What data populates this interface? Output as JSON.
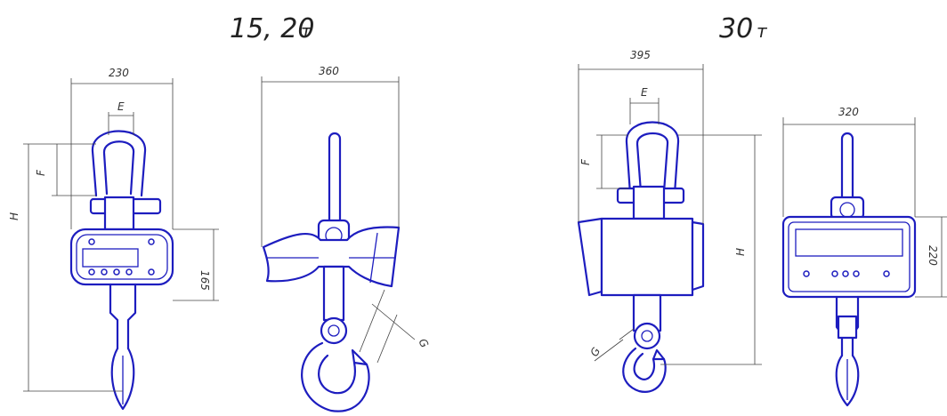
{
  "titles": {
    "left": {
      "main": "15, 20",
      "unit": "т"
    },
    "right": {
      "main": "30",
      "unit": "т"
    }
  },
  "dimensions": {
    "left_front_width": "230",
    "left_shackle_e": "E",
    "left_shackle_f": "F",
    "left_height_h": "H",
    "left_body_height": "165",
    "left_side_width": "360",
    "left_hook_g": "G",
    "right_front_width": "395",
    "right_shackle_e": "E",
    "right_shackle_f": "F",
    "right_height_h": "H",
    "right_hook_g": "G",
    "right_side_width": "320",
    "right_body_height": "220"
  },
  "colors": {
    "lines": "#1d1dbf",
    "dims": "#444444"
  }
}
